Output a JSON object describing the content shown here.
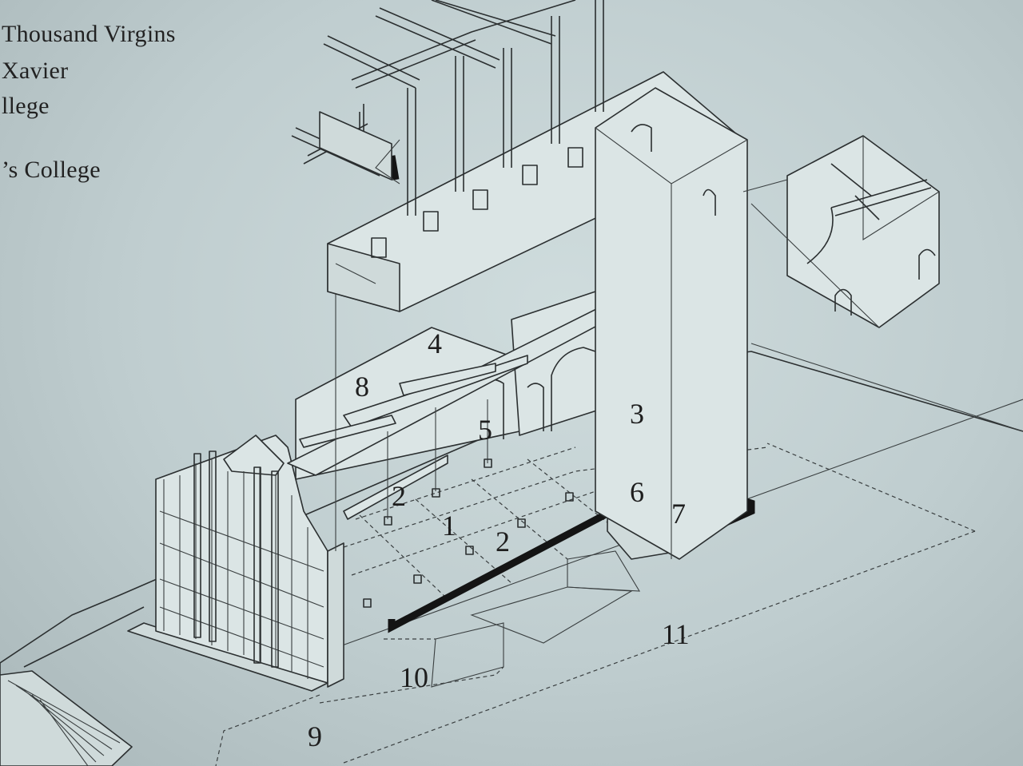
{
  "legend": {
    "lines": [
      "Thousand Virgins",
      "Xavier",
      "llege",
      "’s College"
    ]
  },
  "labels": {
    "l1": "1",
    "l2a": "2",
    "l2b": "2",
    "l3": "3",
    "l4": "4",
    "l5": "5",
    "l6": "6",
    "l7": "7",
    "l8": "8",
    "l9": "9",
    "l10": "10",
    "l11": "11"
  }
}
